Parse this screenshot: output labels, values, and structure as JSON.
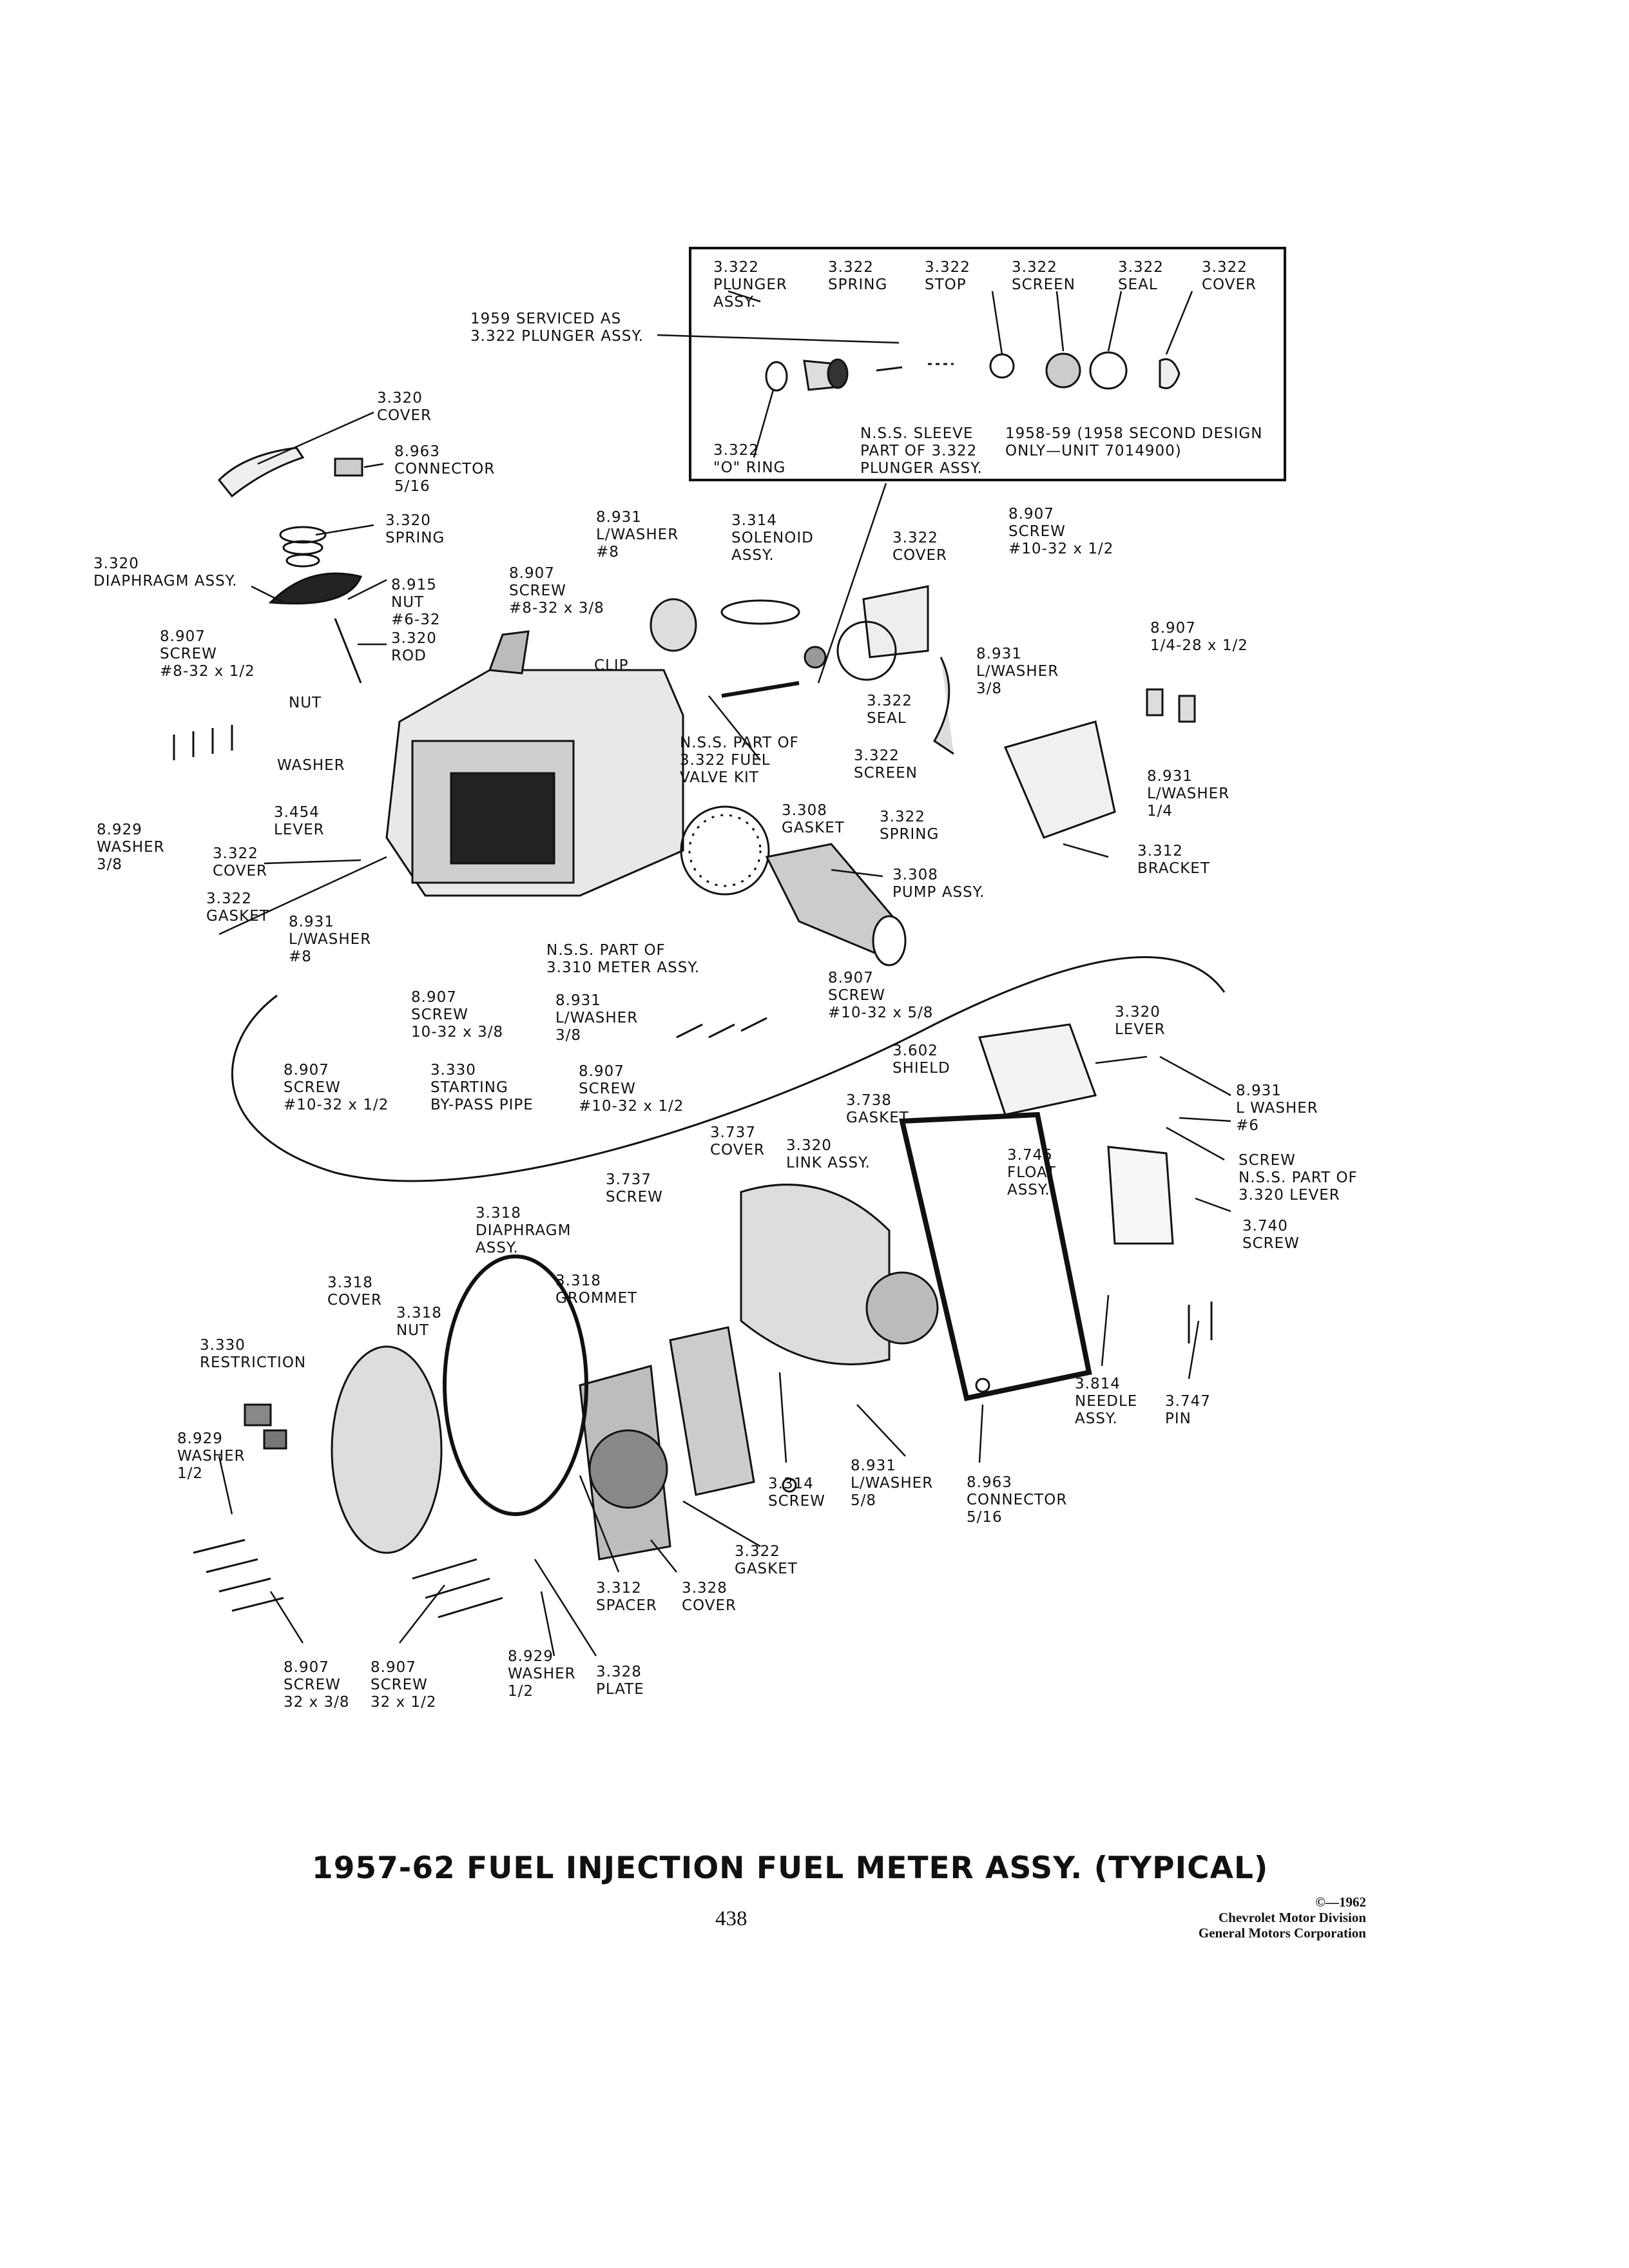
{
  "labels": {
    "l01": [
      "3.322",
      "PLUNGER",
      "ASSY."
    ],
    "l02": [
      "3.322",
      "SPRING"
    ],
    "l03": [
      "3.322",
      "STOP"
    ],
    "l04": [
      "3.322",
      "SCREEN"
    ],
    "l05": [
      "3.322",
      "SEAL"
    ],
    "l06": [
      "3.322",
      "COVER"
    ],
    "l07": [
      "1959 SERVICED AS",
      "3.322 PLUNGER ASSY."
    ],
    "l08": [
      "3.322",
      "\"O\" RING"
    ],
    "l09": [
      "N.S.S. SLEEVE",
      "PART OF 3.322",
      "PLUNGER ASSY."
    ],
    "l10": [
      "1958-59 (1958 SECOND DESIGN",
      "ONLY—UNIT 7014900)"
    ],
    "l11": [
      "3.320",
      "COVER"
    ],
    "l12": [
      "8.963",
      "CONNECTOR",
      "5/16"
    ],
    "l13": [
      "3.320",
      "SPRING"
    ],
    "l14": [
      "3.320",
      "DIAPHRAGM ASSY."
    ],
    "l15": [
      "8.915",
      "NUT",
      "#6-32"
    ],
    "l16": [
      "3.320",
      "ROD"
    ],
    "l17": [
      "8.907",
      "SCREW",
      "#8-32 x 1/2"
    ],
    "l18": [
      "NUT"
    ],
    "l19": [
      "WASHER"
    ],
    "l20": [
      "3.454",
      "LEVER"
    ],
    "l21": [
      "8.929",
      "WASHER",
      "3/8"
    ],
    "l22": [
      "3.322",
      "COVER"
    ],
    "l23": [
      "3.322",
      "GASKET"
    ],
    "l24": [
      "8.931",
      "L/WASHER",
      "#8"
    ],
    "l25": [
      "8.931",
      "L/WASHER",
      "#8"
    ],
    "l26": [
      "8.907",
      "SCREW",
      "#8-32 x 3/8"
    ],
    "l27": [
      "CLIP"
    ],
    "l28": [
      "3.314",
      "SOLENOID",
      "ASSY."
    ],
    "l29": [
      "3.322",
      "COVER"
    ],
    "l30": [
      "8.907",
      "SCREW",
      "#10-32 x 1/2"
    ],
    "l31": [
      "8.931",
      "L/WASHER",
      "3/8"
    ],
    "l32": [
      "8.907",
      "1/4-28 x 1/2"
    ],
    "l33": [
      "3.322",
      "SEAL"
    ],
    "l34": [
      "N.S.S. PART OF",
      "3.322 FUEL",
      "VALVE KIT"
    ],
    "l35": [
      "3.322",
      "SCREEN"
    ],
    "l36": [
      "8.931",
      "L/WASHER",
      "1/4"
    ],
    "l37": [
      "3.308",
      "GASKET"
    ],
    "l38": [
      "3.322",
      "SPRING"
    ],
    "l39": [
      "3.312",
      "BRACKET"
    ],
    "l40": [
      "3.308",
      "PUMP ASSY."
    ],
    "l41": [
      "N.S.S. PART OF",
      "3.310 METER ASSY."
    ],
    "l42": [
      "8.907",
      "SCREW",
      "10-32 x 3/8"
    ],
    "l43": [
      "8.907",
      "SCREW",
      "#10-32 x 1/2"
    ],
    "l44": [
      "3.330",
      "STARTING",
      "BY-PASS PIPE"
    ],
    "l45": [
      "8.931",
      "L/WASHER",
      "3/8"
    ],
    "l46": [
      "8.907",
      "SCREW",
      "#10-32 x 5/8"
    ],
    "l47": [
      "8.907",
      "SCREW",
      "#10-32 x 1/2"
    ],
    "l48": [
      "3.602",
      "SHIELD"
    ],
    "l49": [
      "3.320",
      "LEVER"
    ],
    "l50": [
      "8.931",
      "L WASHER",
      "#6"
    ],
    "l51": [
      "3.738",
      "GASKET"
    ],
    "l52": [
      "3.737",
      "COVER"
    ],
    "l53": [
      "3.320",
      "LINK ASSY."
    ],
    "l54": [
      "3.745",
      "FLOAT",
      "ASSY."
    ],
    "l55": [
      "SCREW",
      "N.S.S. PART OF",
      "3.320 LEVER"
    ],
    "l56": [
      "3.740",
      "SCREW"
    ],
    "l57": [
      "3.737",
      "SCREW"
    ],
    "l58": [
      "3.318",
      "DIAPHRAGM",
      "ASSY."
    ],
    "l59": [
      "3.318",
      "GROMMET"
    ],
    "l60": [
      "3.318",
      "COVER"
    ],
    "l61": [
      "3.318",
      "NUT"
    ],
    "l62": [
      "3.330",
      "RESTRICTION"
    ],
    "l63": [
      "8.929",
      "WASHER",
      "1/2"
    ],
    "l64": [
      "3.814",
      "NEEDLE",
      "ASSY."
    ],
    "l65": [
      "3.747",
      "PIN"
    ],
    "l66": [
      "8.931",
      "L/WASHER",
      "5/8"
    ],
    "l67": [
      "8.963",
      "CONNECTOR",
      "5/16"
    ],
    "l68": [
      "3.314",
      "SCREW"
    ],
    "l69": [
      "3.322",
      "GASKET"
    ],
    "l70": [
      "3.312",
      "SPACER"
    ],
    "l71": [
      "3.328",
      "COVER"
    ],
    "l72": [
      "8.907",
      "SCREW",
      "32 x 3/8"
    ],
    "l73": [
      "8.907",
      "SCREW",
      "32 x 1/2"
    ],
    "l74": [
      "8.929",
      "WASHER",
      "1/2"
    ],
    "l75": [
      "3.328",
      "PLATE"
    ]
  },
  "caption": {
    "title": "1957-62 FUEL INJECTION FUEL METER ASSY. (TYPICAL)",
    "page_number": "438",
    "copyright": [
      "©—1962",
      "Chevrolet Motor Division",
      "General Motors Corporation"
    ]
  }
}
